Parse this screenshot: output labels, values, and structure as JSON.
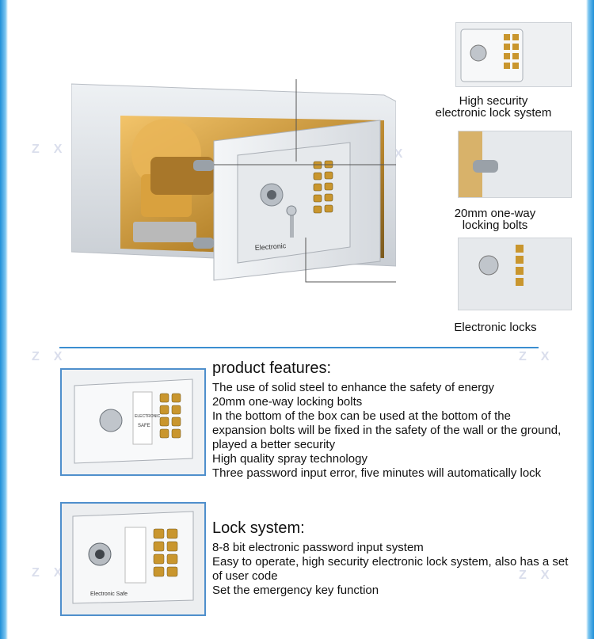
{
  "callouts": [
    {
      "label_lines": [
        "High security",
        "electronic lock system"
      ]
    },
    {
      "label_lines": [
        "20mm one-way",
        "locking bolts"
      ]
    },
    {
      "label_lines": [
        "Electronic locks"
      ]
    }
  ],
  "hero_panel_text": "Electronic",
  "features": {
    "title": "product features:",
    "lines": [
      "The use of solid steel to enhance the safety of energy",
      "20mm one-way locking bolts",
      "In the bottom of the box can be used at the bottom of the",
      "expansion bolts will be fixed in the safety of the wall or the ground,",
      "played a better security",
      "High quality spray technology",
      "Three password input error, five minutes will automatically lock"
    ],
    "image_panel_text": [
      "ELECTRONIC",
      "SAFE"
    ]
  },
  "lock": {
    "title": "Lock system:",
    "lines": [
      "8-8 bit electronic password input system",
      "Easy to operate, high security electronic lock system, also has a set",
      "of user code",
      "Set the emergency key function"
    ],
    "image_panel_text": "Electronic Safe"
  },
  "colors": {
    "accent": "#3b8ed0",
    "keypad": "#c9962e",
    "steel": "#dfe3e7"
  }
}
